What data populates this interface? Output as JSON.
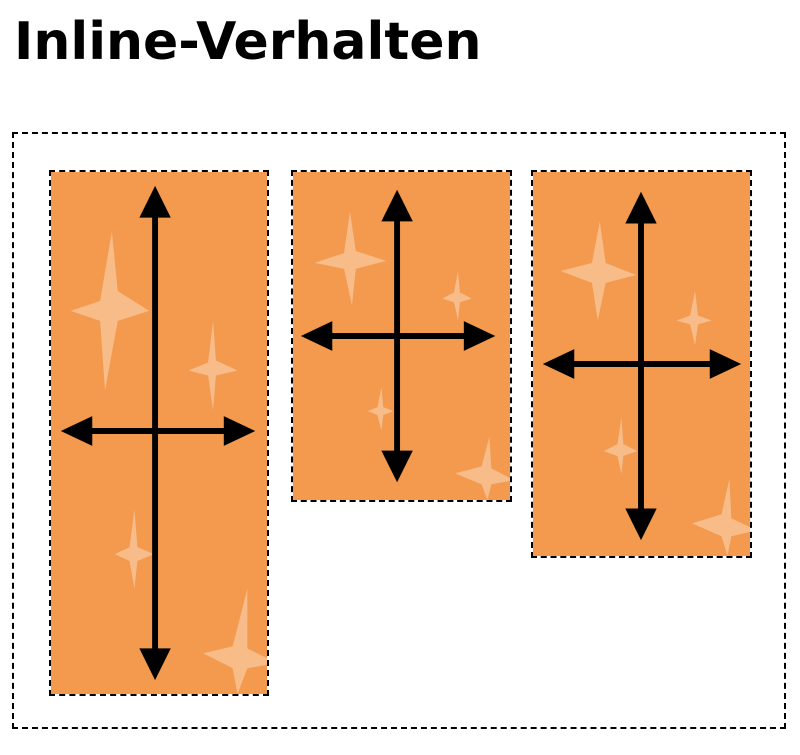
{
  "title": "Inline-Verhalten",
  "colors": {
    "block_fill": "#f39a4e",
    "sparkle": "#f8c294",
    "arrow": "#000000",
    "outline": "#000000"
  },
  "blocks": [
    {
      "name": "block-1",
      "icon": "move-arrows-icon"
    },
    {
      "name": "block-2",
      "icon": "move-arrows-icon"
    },
    {
      "name": "block-3",
      "icon": "move-arrows-icon"
    }
  ]
}
